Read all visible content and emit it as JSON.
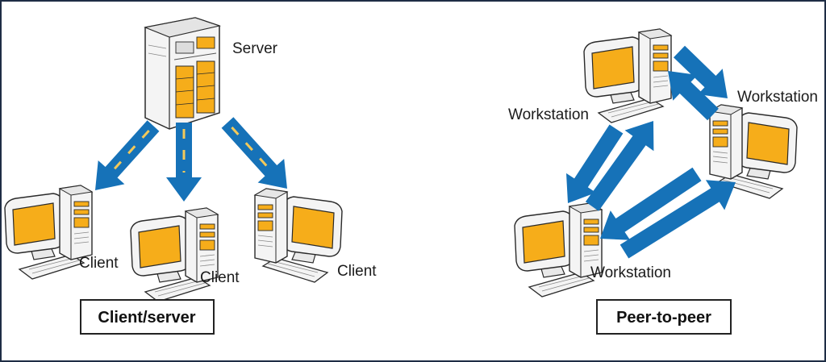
{
  "diagram": {
    "colors": {
      "arrow": "#1672b8",
      "arrow_dash": "#f3c95a",
      "screen": "#f6ad1a",
      "outline": "#2a2a2a",
      "case": "#f4f4f4"
    },
    "client_server": {
      "caption": "Client/server",
      "server_label": "Server",
      "client_labels": [
        "Client",
        "Client",
        "Client"
      ]
    },
    "peer_to_peer": {
      "caption": "Peer-to-peer",
      "workstation_labels": [
        "Workstation",
        "Workstation",
        "Workstation"
      ]
    }
  }
}
